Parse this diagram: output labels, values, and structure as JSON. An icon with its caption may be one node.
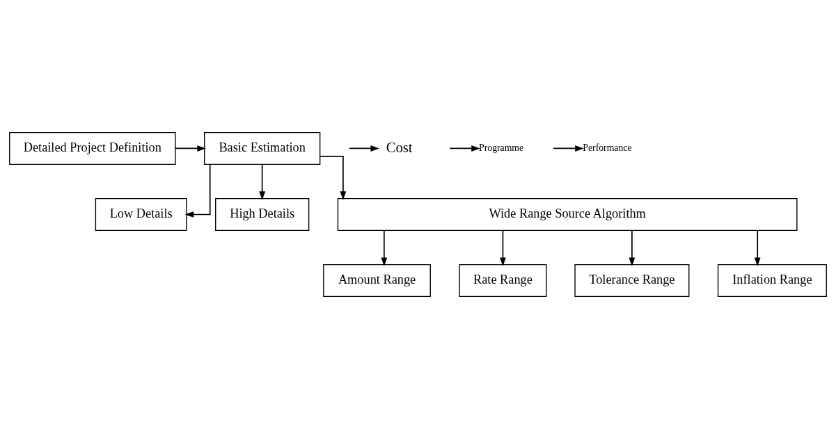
{
  "diagram": {
    "nodes": [
      {
        "text": [
          "Detailed Project Definition"
        ]
      },
      {
        "text": [
          "Basic Estimation"
        ]
      },
      {
        "text": [
          "Cost"
        ]
      },
      {
        "text": [
          "Programme"
        ]
      },
      {
        "text": [
          "Performance"
        ]
      },
      {
        "text": [
          "Low Details"
        ]
      },
      {
        "text": [
          "High Details"
        ]
      },
      {
        "text": [
          "Wide Range Source Algorithm"
        ]
      },
      {
        "text": [
          "Amount Range"
        ]
      },
      {
        "text": [
          "Rate Range"
        ]
      },
      {
        "text": [
          "Tolerance Range"
        ]
      },
      {
        "text": [
          "Inflation Range"
        ]
      }
    ],
    "edges": [
      {
        "from": 0,
        "to": 1,
        "arrow": "to"
      },
      {
        "from": null,
        "to": 2,
        "arrow": "to"
      },
      {
        "from": null,
        "to": 3,
        "arrow": "to"
      },
      {
        "from": null,
        "to": 4,
        "arrow": "to"
      },
      {
        "from": 1,
        "to": 5,
        "arrow": "to"
      },
      {
        "from": 1,
        "to": 6,
        "arrow": "to"
      },
      {
        "from": 1,
        "to": 7,
        "arrow": "to"
      },
      {
        "from": 7,
        "to": 8,
        "arrow": "to"
      },
      {
        "from": 7,
        "to": 9,
        "arrow": "to"
      },
      {
        "from": 7,
        "to": 10,
        "arrow": "to"
      },
      {
        "from": 7,
        "to": 11,
        "arrow": "to"
      }
    ]
  }
}
